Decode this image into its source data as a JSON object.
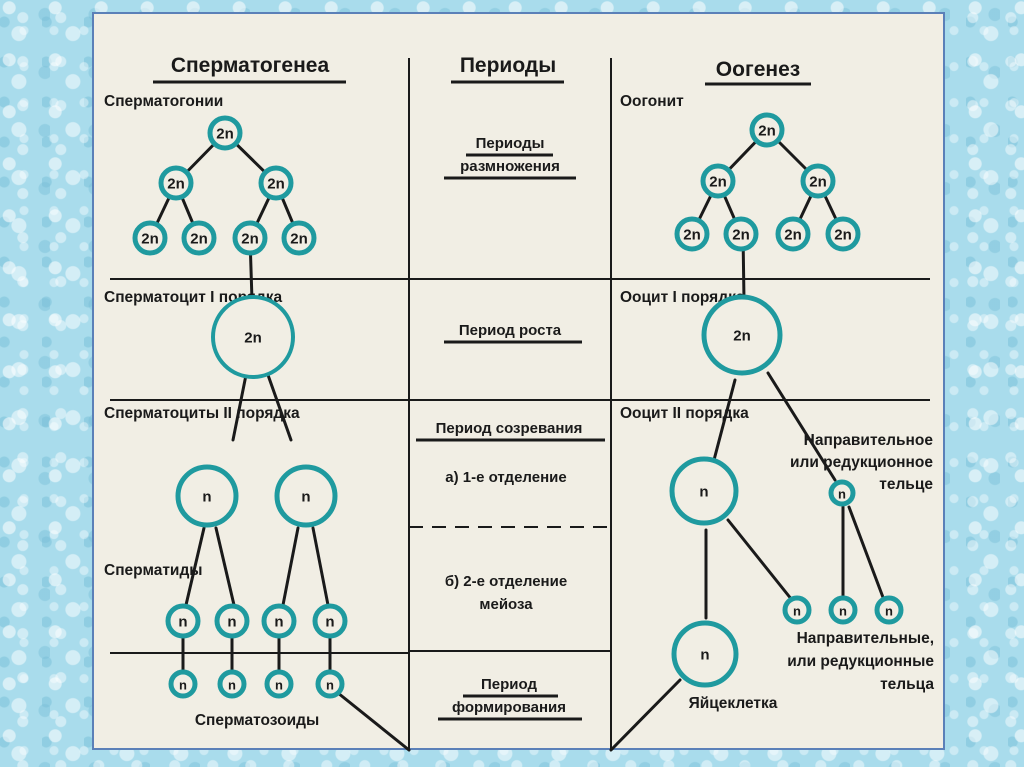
{
  "colors": {
    "cell_ring": "#1f9a9f",
    "ink": "#1a1a1a",
    "paper": "#f1eee4",
    "frame_border": "#5b80b8",
    "background": "#a9dcec"
  },
  "columns": {
    "spermatogenesis": {
      "title": "Сперматогенеа"
    },
    "periods": {
      "title": "Периоды"
    },
    "oogenesis": {
      "title": "Оогенез"
    }
  },
  "periods": {
    "reproduction": [
      "Периоды",
      "размножения"
    ],
    "growth": "Период роста",
    "maturation": "Период созревания",
    "division_1": "а) 1-е отделение",
    "division_2": [
      "б) 2-е отделение",
      "мейоза"
    ],
    "formation": [
      "Период",
      "формирования"
    ]
  },
  "spermatogenesis": {
    "spermatogonia_label": "Сперматогонии",
    "spermatocyte_1_label": "Сперматоцит I порядка",
    "spermatocytes_2_label": "Сперматоциты II порядка",
    "spermatids_label": "Сперматиды",
    "spermatozoa_label": "Сперматозоиды",
    "diploid": "2n",
    "haploid": "n"
  },
  "oogenesis": {
    "oogonium_label": "Оогонит",
    "oocyte_1_label": "Ооцит I порядка",
    "oocyte_2_label": "Ооцит II порядка",
    "polar_body_label": [
      "Направительное",
      "или редукционное",
      "тельце"
    ],
    "polar_bodies_label": [
      "Направительные,",
      "или редукционные",
      "тельца"
    ],
    "egg_label": "Яйцеклетка",
    "diploid": "2n",
    "haploid": "n"
  }
}
